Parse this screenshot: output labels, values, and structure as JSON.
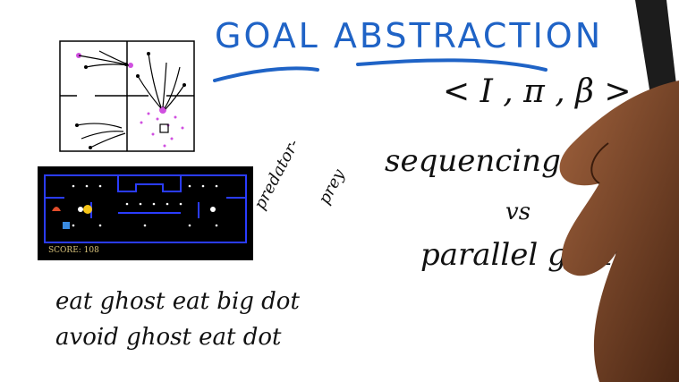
{
  "title": "GOAL ABSTRACTION",
  "tuple": "< I , π , β >",
  "sequencing": "sequencing actions",
  "vs": "vs",
  "parallel": "parallel goals",
  "predator_prey_1": "predator-",
  "predator_prey_2": "prey",
  "line1": "eat ghost   eat big dot",
  "line2": "avoid ghost   eat dot",
  "game": {
    "score_label": "SCORE: 108"
  },
  "colors": {
    "title_blue": "#1f63c6",
    "trajectory_magenta": "#d050e0",
    "maze_blue": "#2a3cff"
  }
}
